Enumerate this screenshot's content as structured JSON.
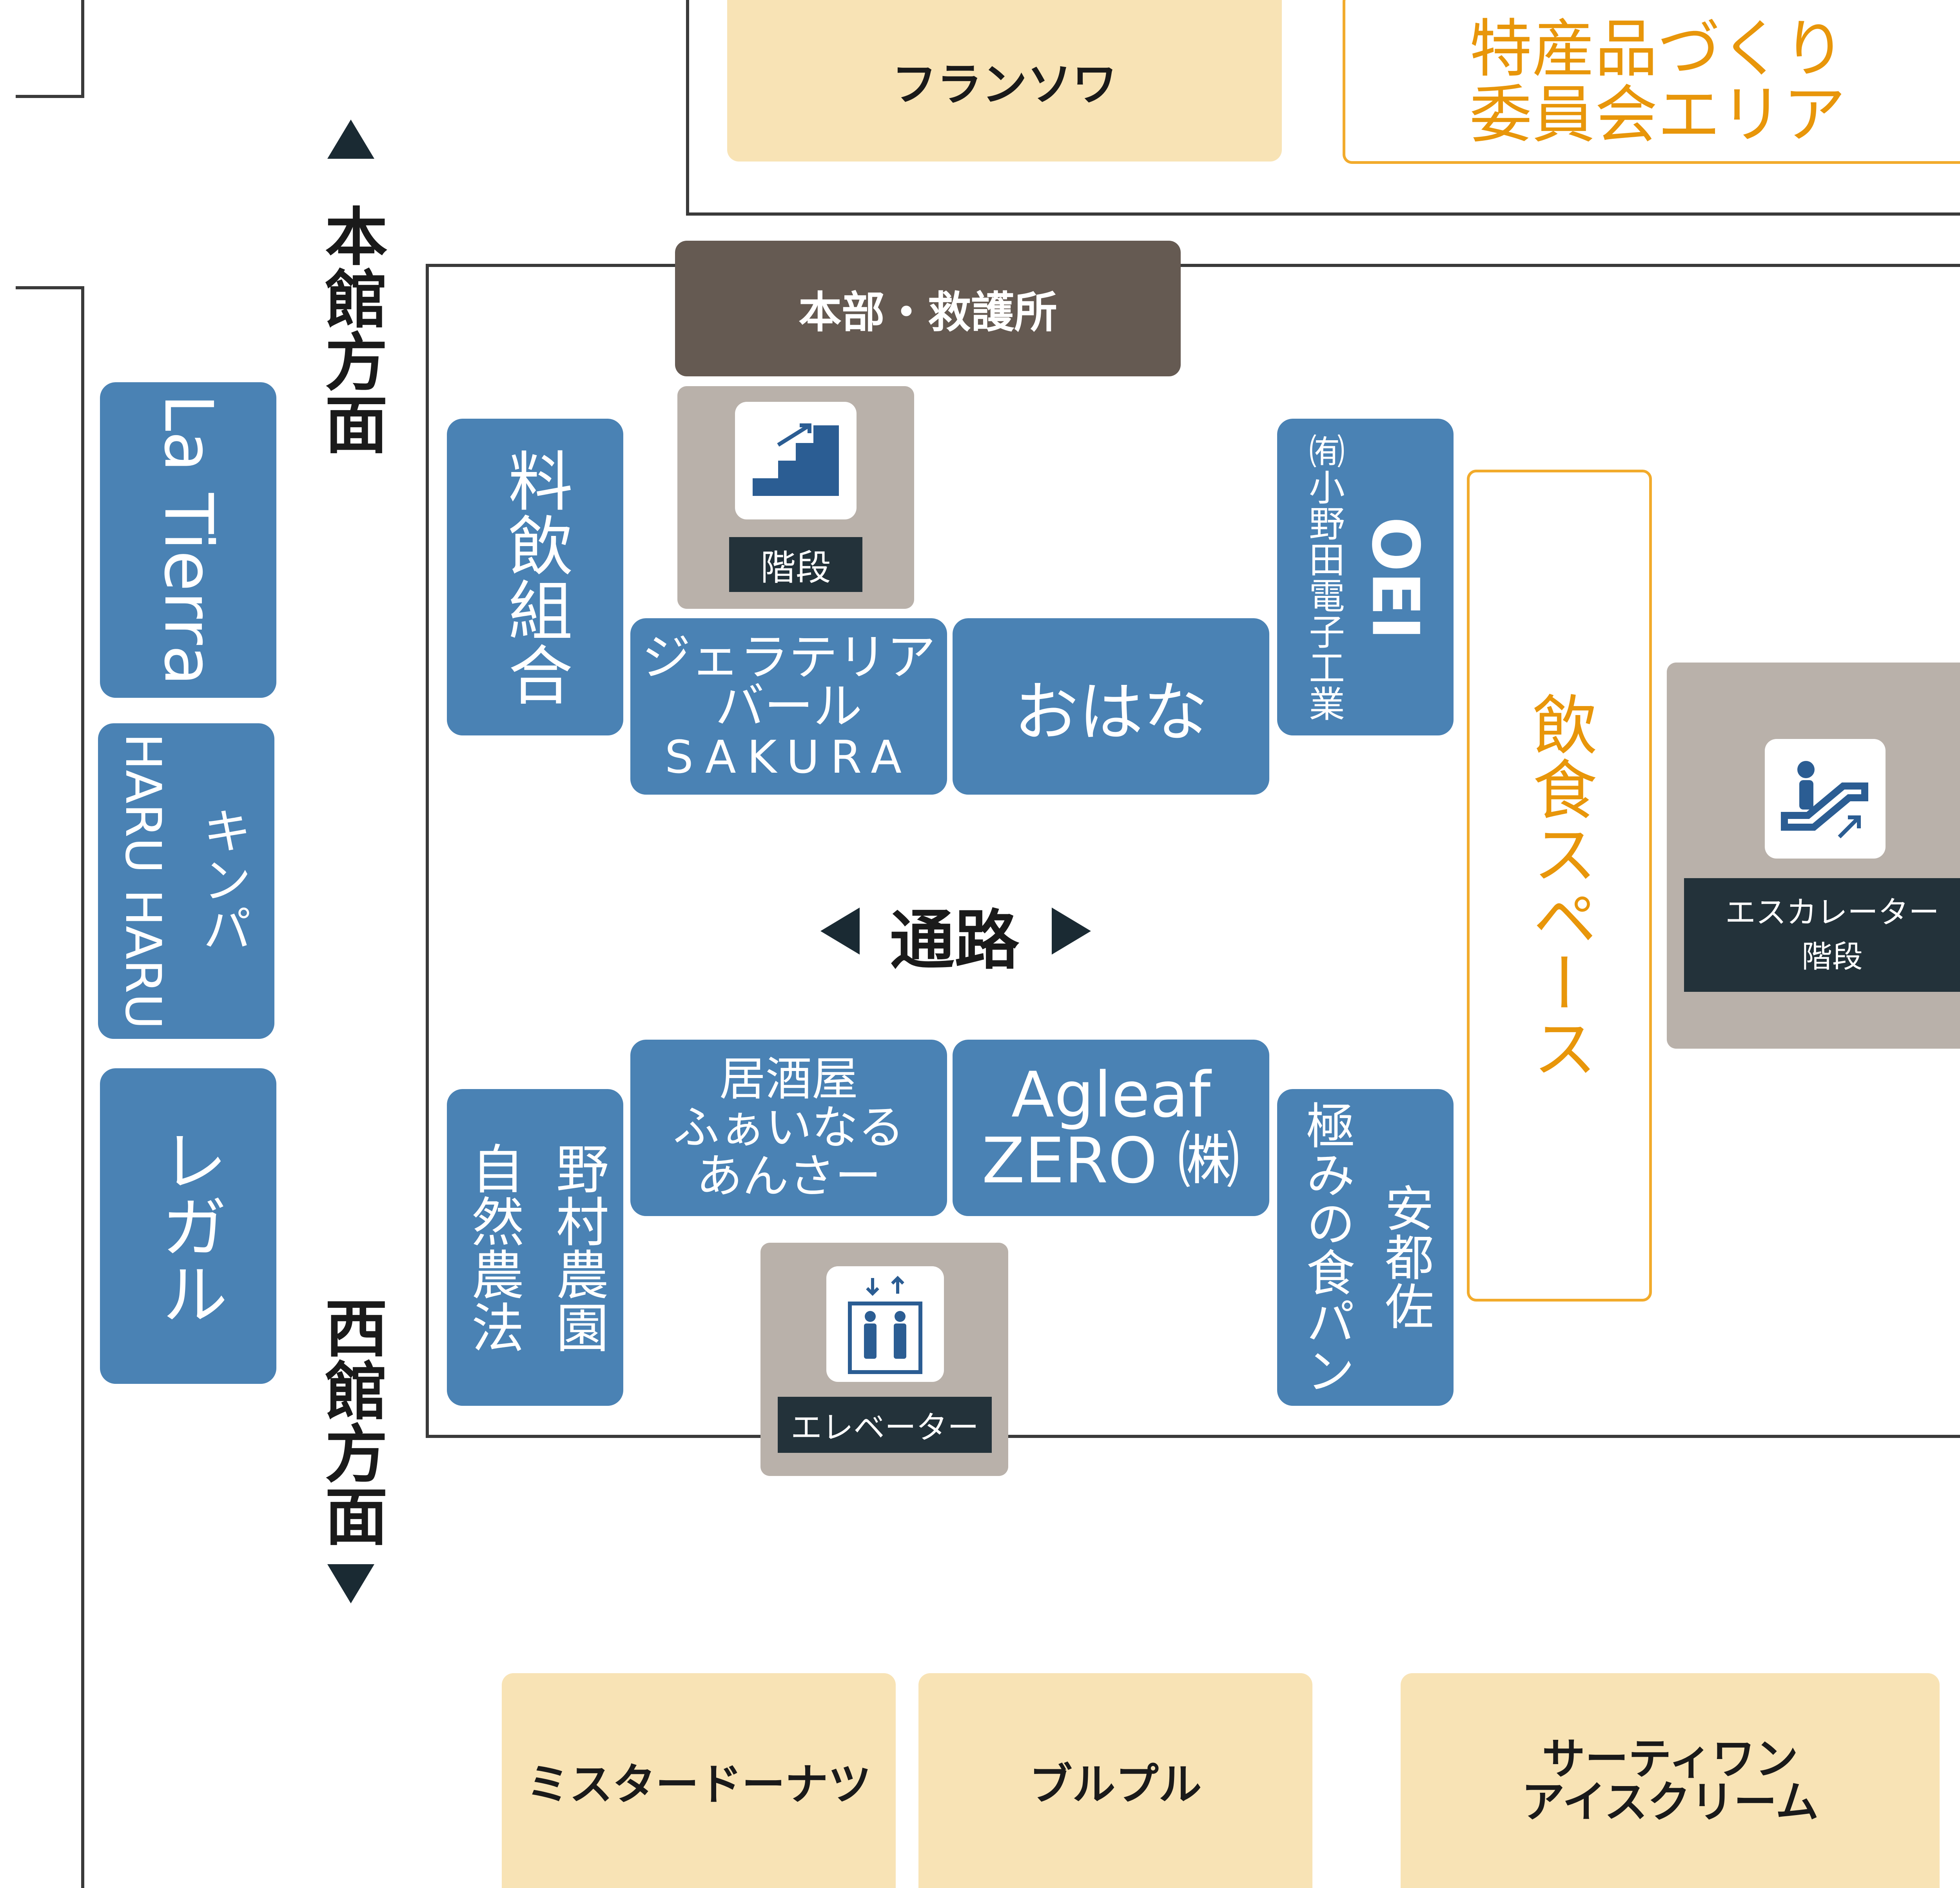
{
  "directions": {
    "main_building": "本館方面",
    "west_building": "西館方面",
    "passage": "通路"
  },
  "top_shops": {
    "francois": "フランソワ",
    "specialty_area": "特産品づくり\n委員会エリア"
  },
  "hq": "本部・救護所",
  "stairs_label": "階段",
  "left_shops": {
    "la_tierra": "La Tierra",
    "kimpa": "キンパ",
    "haru_haru": "HARU HARU",
    "legal": "レガル"
  },
  "upper_booths": {
    "ryoin": "料飲組合",
    "gelato_line1": "ジェラテリア",
    "gelato_line2": "バール",
    "gelato_line3": "SAKURA",
    "ohana": "おはな",
    "oei": "OEI",
    "oei_company": "㈲小野田電子工業"
  },
  "lower_booths": {
    "shizen": "自然農法",
    "nomura": "野村農園",
    "izakaya": "居酒屋\nふぁいなる\nあんさー",
    "agleaf_line1": "Agleaf",
    "agleaf_line2": "ZERO ㈱",
    "kiwami": "極みの食パン",
    "atosa": "安都佐"
  },
  "eating_space": "飲食スペース",
  "escalator": {
    "line1": "エスカレーター",
    "line2": "階段"
  },
  "elevator": "エレベーター",
  "bottom_shops": {
    "mister_donut": "ミスタードーナツ",
    "purupuru": "ブルプル",
    "thirty_one": "サーティワン\nアイスクリーム"
  },
  "colors": {
    "booth_blue": "#4a82b4",
    "shop_tan": "#f8e3b5",
    "hq_brown": "#655a52",
    "facility_grey": "#b9b1aa",
    "label_dark": "#23323a",
    "eating_orange": "#f2ab2c",
    "icon_blue": "#2b5d93"
  },
  "icons": [
    "stairs-icon",
    "escalator-icon",
    "elevator-icon",
    "arrow-up-icon",
    "arrow-down-icon",
    "arrow-left-icon",
    "arrow-right-icon"
  ]
}
